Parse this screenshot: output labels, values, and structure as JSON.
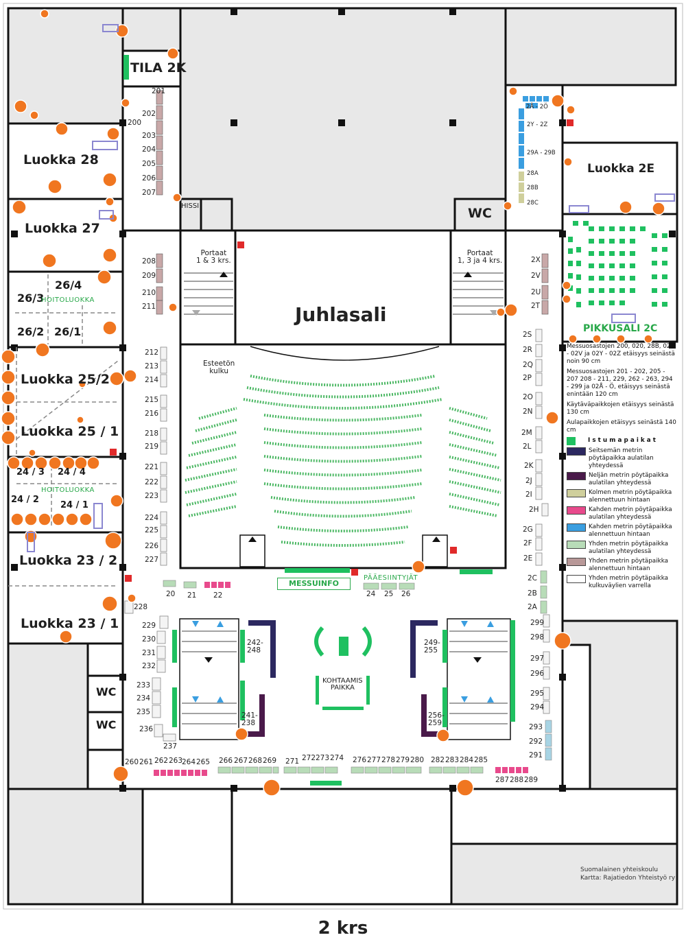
{
  "map": {
    "title_hall": "Juhlasali",
    "floor_label": "2 krs",
    "credit_lines": [
      "Suomalainen yhteiskoulu",
      "Kartta: Rajatiedon Yhteistyö ry"
    ],
    "colors": {
      "wall": "#111111",
      "grey_area": "#e8e8e8",
      "outlet": "#f07620",
      "seat_green": "#1fc060",
      "navy": "#2c2860",
      "purple": "#4a1a4a",
      "khaki": "#cfcf9c",
      "pink": "#e84a8c",
      "blue": "#3a9ee0",
      "light_green": "#b8dcb8",
      "tan": "#b89898"
    }
  },
  "rooms": {
    "tila_2k": "TILA 2K",
    "luokka_28": "Luokka 28",
    "luokka_27": "Luokka 27",
    "r26_4": "26/4",
    "r26_3": "26/3",
    "r26_2": "26/2",
    "r26_1": "26/1",
    "hoitoluokka_1": "HOITOLUOKKA",
    "luokka_25_2": "Luokka 25/2",
    "luokka_25_1": "Luokka 25 / 1",
    "r24_3": "24 / 3",
    "r24_4": "24 / 4",
    "hoitoluokka_2": "HOITOLUOKKA",
    "r24_2": "24 / 2",
    "r24_1": "24 / 1",
    "luokka_23_2": "Luokka 23 / 2",
    "luokka_23_1": "Luokka 23 / 1",
    "wc_left_1": "WC",
    "wc_left_2": "WC",
    "wc_right": "WC",
    "hissi": "HISSI",
    "luokka_2e": "Luokka 2E",
    "pikkusali": "PIKKUSALI 2C",
    "portaat_left": [
      "Portaat",
      "1 & 3 krs."
    ],
    "portaat_right": [
      "Portaat",
      "1, 3 ja 4 krs."
    ],
    "esteeton": [
      "Esteetön",
      "kulku"
    ],
    "messuinfo": "MESSUINFO",
    "paaesiintyjat": "PÄÄESIINTYJÄT",
    "kohtaamis": [
      "KOHTAAMIS",
      "PAIKKA"
    ]
  },
  "stands": {
    "col_201_207": [
      "201",
      "202",
      "200",
      "203",
      "204",
      "205",
      "206",
      "207"
    ],
    "col_208_211": [
      "208",
      "209",
      "210",
      "211"
    ],
    "col_212_227": [
      "212",
      "213",
      "214",
      "215",
      "216",
      "218",
      "219",
      "221",
      "222",
      "223",
      "224",
      "225",
      "226",
      "227"
    ],
    "row_20_22": [
      "20",
      "21",
      "22"
    ],
    "row_24_26": [
      "24",
      "25",
      "26"
    ],
    "col_228_237": [
      "228",
      "229",
      "230",
      "231",
      "232",
      "233",
      "234",
      "235",
      "236",
      "237"
    ],
    "block_242_248": "242-248",
    "block_241_238": "241-238",
    "block_249_255": "249-255",
    "block_256_259": "256-259",
    "bottom_row": [
      "260",
      "261",
      "262",
      "263",
      "264",
      "265",
      "266",
      "267",
      "268",
      "269",
      "271",
      "272",
      "273",
      "274",
      "276",
      "277",
      "278",
      "279",
      "280",
      "282",
      "283",
      "284",
      "285",
      "287",
      "288",
      "289"
    ],
    "col_right_2s_2h": [
      "2S",
      "2R",
      "2Q",
      "2P",
      "2O",
      "2N",
      "2M",
      "2L",
      "2K",
      "2J",
      "2I",
      "2H"
    ],
    "col_right_2g_2a": [
      "2G",
      "2F",
      "2E",
      "2C",
      "2B",
      "2A"
    ],
    "col_right_2x_2t": [
      "2X",
      "2V",
      "2U",
      "2T"
    ],
    "col_right_299_291": [
      "299",
      "298",
      "297",
      "296",
      "295",
      "294",
      "293",
      "292",
      "291"
    ],
    "corridor_2a_28c": [
      "2Å - 2Ö",
      "2Y - 2Z",
      "29A - 29B",
      "28A",
      "28B",
      "28C"
    ]
  },
  "legend": {
    "notes": [
      "Messuosastojen 200, 020, 28B, 02T - 02V ja 02Y - 02Z etäisyys seinästä noin 90 cm",
      "Messuosastojen 201 - 202, 205 - 207 208 - 211, 229, 262 - 263, 294 - 299 ja 02Å - Ö, etäisyys seinästä enintään 120 cm",
      "Käytäväpaikkojen etäisyys seinästä 130 cm",
      "Aulapaikkojen etäisyys seinästä 140 cm"
    ],
    "seat_label": "I s t u m a p a i k a t",
    "items": [
      {
        "label": "Seitsemän metrin pöytäpaikka aulatilan yhteydessä",
        "color": "#2c2860"
      },
      {
        "label": "Neljän metrin pöytäpaikka aulatilan yhteydessä",
        "color": "#4a1a4a"
      },
      {
        "label": "Kolmen metrin pöytäpaikka alennettuun hintaan",
        "color": "#cfcf9c"
      },
      {
        "label": "Kahden metrin pöytäpaikka aulatilan yhteydessä",
        "color": "#e84a8c"
      },
      {
        "label": "Kahden metrin pöytäpaikka alennettuun hintaan",
        "color": "#3a9ee0"
      },
      {
        "label": "Yhden metrin pöytäpaikka aulatilan yhteydessä",
        "color": "#b8dcb8"
      },
      {
        "label": "Yhden metrin pöytäpaikka alennettuun hintaan",
        "color": "#b89898"
      },
      {
        "label": "Yhden metrin pöytäpaikka kulkuväylien varrella",
        "color": "#ffffff"
      }
    ]
  }
}
